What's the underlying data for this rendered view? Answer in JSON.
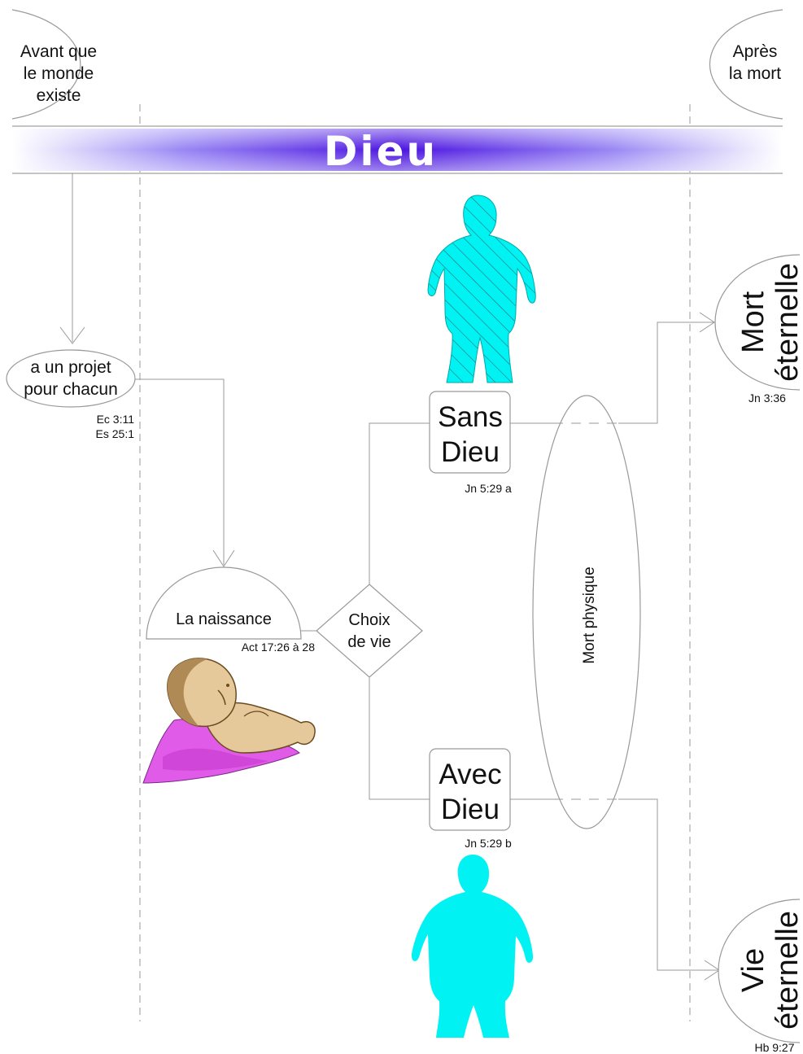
{
  "header": {
    "title": "Dieu",
    "before_label": [
      "Avant que",
      "le monde",
      "existe"
    ],
    "after_label": [
      "Après",
      "la mort"
    ]
  },
  "nodes": {
    "projet": {
      "lines": [
        "a un projet",
        "pour chacun"
      ],
      "refs": [
        "Ec 3:11",
        "Es 25:1"
      ]
    },
    "naissance": {
      "label": "La naissance",
      "ref": "Act 17:26 à 28"
    },
    "choix": {
      "lines": [
        "Choix",
        "de vie"
      ]
    },
    "sans_dieu": {
      "lines": [
        "Sans",
        "Dieu"
      ],
      "ref": "Jn 5:29 a"
    },
    "avec_dieu": {
      "lines": [
        "Avec",
        "Dieu"
      ],
      "ref": "Jn 5:29 b"
    },
    "mort_physique": {
      "label": "Mort physique"
    },
    "mort_eternelle": {
      "lines": [
        "Mort",
        "éternelle"
      ],
      "ref": "Jn 3:36"
    },
    "vie_eternelle": {
      "lines": [
        "Vie",
        "éternelle"
      ],
      "ref": "Hb 9:27"
    }
  },
  "colors": {
    "band_dark": "#4a12e0",
    "band_light": "#ffffff",
    "figure_fill": "#00f2f2",
    "blanket": "#e05be8",
    "baby_skin": "#e6c99a",
    "line": "#888888"
  },
  "icons": [
    "person-hatched-icon",
    "person-solid-icon",
    "baby-icon"
  ]
}
